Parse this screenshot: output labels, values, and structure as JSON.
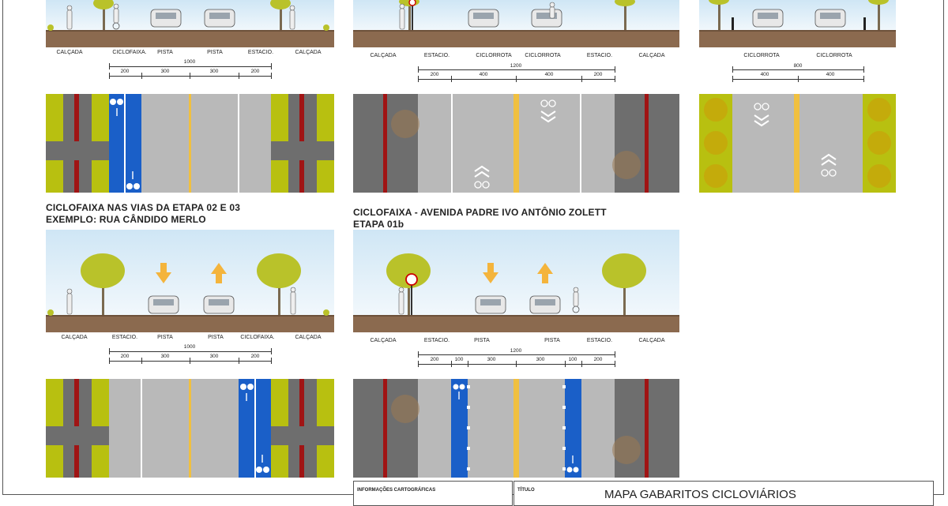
{
  "titles": {
    "etapa0203_line1": "CICLOFAIXA NAS VIAS DA ETAPA 02 E 03",
    "etapa0203_line2": "EXEMPLO: RUA CÂNDIDO MERLO",
    "avenida_line1": "CICLOFAIXA - AVENIDA PADRE IVO ANTÔNIO ZOLETT",
    "avenida_line2": "ETAPA 01b"
  },
  "panels": {
    "top_left": {
      "labels": [
        "CALÇADA",
        "CICLOFAIXA.",
        "PISTA",
        "PISTA",
        "ESTACIO.",
        "CALÇADA"
      ],
      "total": "1000",
      "segments": [
        "200",
        "300",
        "300",
        "200"
      ]
    },
    "top_mid": {
      "labels": [
        "CALÇADA",
        "ESTACIO.",
        "CICLORROTA",
        "CICLORROTA",
        "ESTACIO.",
        "CALÇADA"
      ],
      "total": "1200",
      "segments": [
        "200",
        "400",
        "400",
        "200"
      ]
    },
    "top_right": {
      "labels": [
        "CICLORROTA",
        "CICLORROTA"
      ],
      "total": "800",
      "segments": [
        "400",
        "400"
      ]
    },
    "bottom_left": {
      "labels": [
        "CALÇADA",
        "ESTACIO.",
        "PISTA",
        "PISTA",
        "CICLOFAIXA.",
        "CALÇADA"
      ],
      "total": "1000",
      "segments": [
        "200",
        "300",
        "300",
        "200"
      ]
    },
    "bottom_mid": {
      "labels": [
        "CALÇADA",
        "ESTACIO.",
        "PISTA",
        "PISTA",
        "ESTACIO.",
        "CALÇADA"
      ],
      "total": "1200",
      "segments": [
        "200",
        "100",
        "300",
        "300",
        "100",
        "200"
      ]
    }
  },
  "footer": {
    "info_label": "INFORMAÇÕES CARTOGRÁFICAS",
    "title_label": "TÍTULO",
    "map_title": "MAPA GABARITOS CICLOVIÁRIOS"
  },
  "colors": {
    "bike_lane": "#1a5fc8",
    "asphalt": "#6e6e6e",
    "lane": "#b9b9b9",
    "center_line": "#f0c040",
    "curb_red": "#a01414",
    "green_strip": "#b8c010",
    "ground": "#8b6a4f"
  }
}
